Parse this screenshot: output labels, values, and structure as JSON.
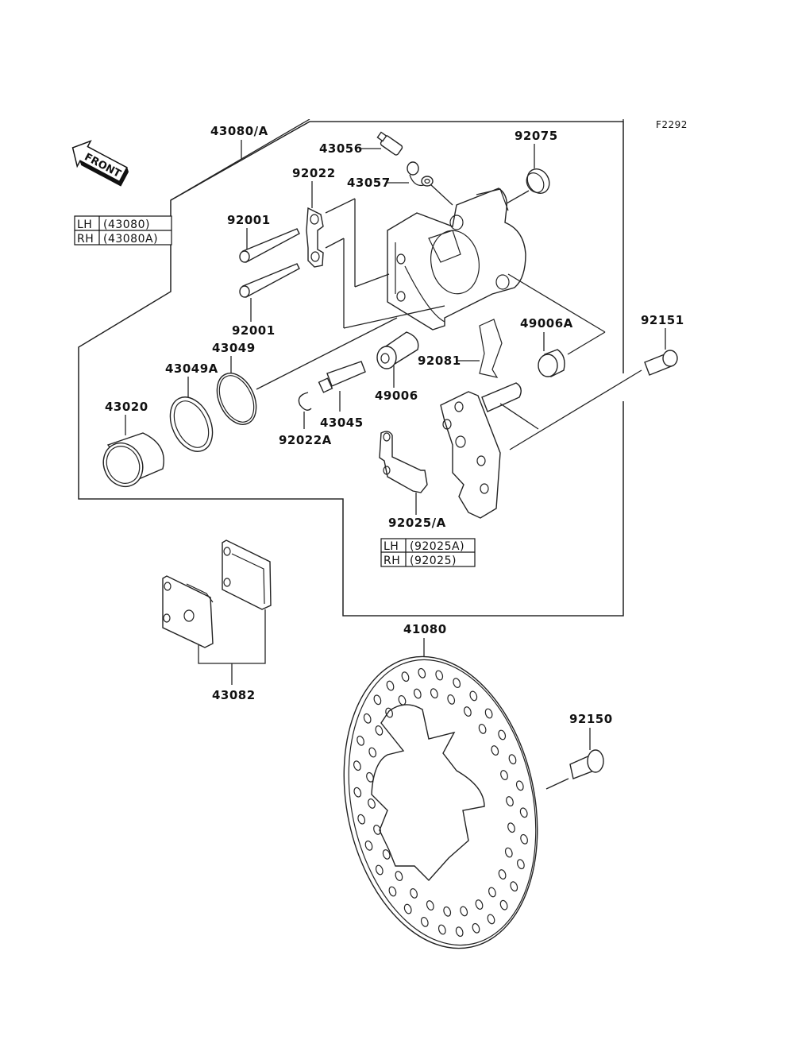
{
  "figure_id": "F2292",
  "direction_label": "FRONT",
  "parts": {
    "caliper_assy": "43080/A",
    "bleeder_valve": "43056",
    "bleeder_cap": "43057",
    "cap_92075": "92075",
    "plate_92022": "92022",
    "bolt_92001_top": "92001",
    "bolt_92001_bottom": "92001",
    "seal_43049": "43049",
    "seal_43049a": "43049A",
    "piston": "43020",
    "clip_92022a": "92022A",
    "pin_43045": "43045",
    "boot_49006": "49006",
    "spring_92081": "92081",
    "boot_49006a": "49006A",
    "bolt_92151": "92151",
    "bracket_92025": "92025/A",
    "brake_pads": "43082",
    "disc": "41080",
    "bolt_92150": "92150"
  },
  "tables": {
    "caliper": {
      "rows": [
        {
          "side": "LH",
          "part": "(43080)"
        },
        {
          "side": "RH",
          "part": "(43080A)"
        }
      ]
    },
    "bracket": {
      "rows": [
        {
          "side": "LH",
          "part": "(92025A)"
        },
        {
          "side": "RH",
          "part": "(92025)"
        }
      ]
    }
  }
}
